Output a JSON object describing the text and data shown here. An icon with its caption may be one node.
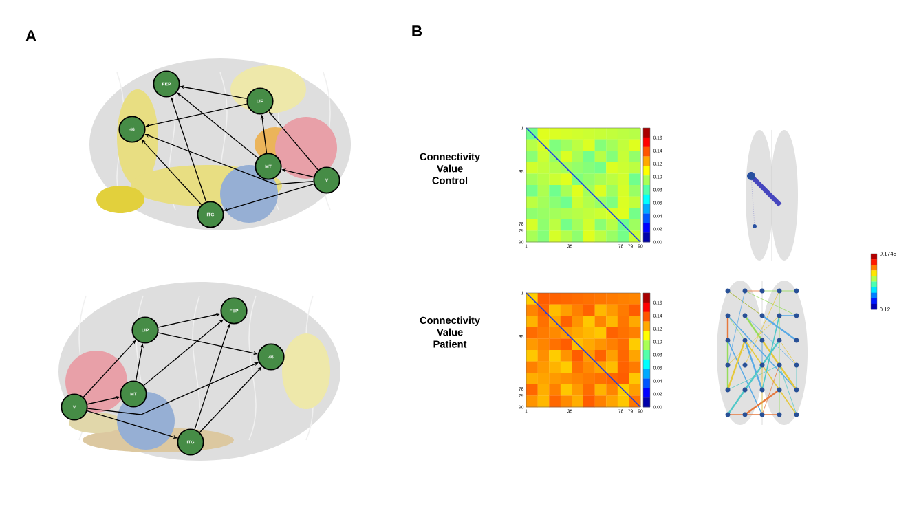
{
  "diagram": {
    "nodes": [
      {
        "text": [
          "FEP"
        ]
      },
      {
        "text": [
          "LIP"
        ]
      },
      {
        "text": [
          "46"
        ]
      },
      {
        "text": [
          "MT"
        ]
      },
      {
        "text": [
          "V"
        ]
      },
      {
        "text": [
          "ITG"
        ]
      },
      {
        "text": [
          "FEP"
        ]
      },
      {
        "text": [
          "LIP"
        ]
      },
      {
        "text": [
          "46"
        ]
      },
      {
        "text": [
          "MT"
        ]
      },
      {
        "text": [
          "V"
        ]
      },
      {
        "text": [
          "ITG"
        ]
      }
    ],
    "edges": [
      {
        "from": 1,
        "to": 0,
        "arrow": "to"
      },
      {
        "from": 1,
        "to": 2,
        "arrow": "to"
      },
      {
        "from": 3,
        "to": 0,
        "arrow": "to"
      },
      {
        "from": 3,
        "to": 1,
        "arrow": "to"
      },
      {
        "from": 4,
        "to": 2,
        "arrow": "to"
      },
      {
        "from": 4,
        "to": 1,
        "arrow": "to"
      },
      {
        "from": 4,
        "to": 3,
        "arrow": "to"
      },
      {
        "from": 4,
        "to": 5,
        "arrow": "to"
      },
      {
        "from": 5,
        "to": 0,
        "arrow": "to"
      },
      {
        "from": 5,
        "to": 2,
        "arrow": "to"
      },
      {
        "from": 10,
        "to": 7,
        "arrow": "to"
      },
      {
        "from": 10,
        "to": 9,
        "arrow": "to"
      },
      {
        "from": 10,
        "to": 8,
        "arrow": "to"
      },
      {
        "from": 10,
        "to": 11,
        "arrow": "to"
      },
      {
        "from": 9,
        "to": 7,
        "arrow": "to"
      },
      {
        "from": 9,
        "to": 6,
        "arrow": "to"
      },
      {
        "from": 7,
        "to": 6,
        "arrow": "to"
      },
      {
        "from": 7,
        "to": 8,
        "arrow": "to"
      },
      {
        "from": 11,
        "to": 6,
        "arrow": "to"
      },
      {
        "from": 11,
        "to": 8,
        "arrow": "to"
      }
    ],
    "labels": [
      "A",
      "B",
      "Connectivity Value Control",
      "Connectivity Value Patient",
      "1",
      "35",
      "78",
      "79",
      "90",
      "1",
      "35",
      "78",
      "79",
      "90",
      "0.00",
      "0.02",
      "0.04",
      "0.06",
      "0.08",
      "0.10",
      "0.12",
      "0.14",
      "0.16",
      "1",
      "35",
      "78",
      "79",
      "90",
      "1",
      "35",
      "78",
      "79",
      "90",
      "0.00",
      "0.02",
      "0.04",
      "0.06",
      "0.08",
      "0.10",
      "0.12",
      "0.14",
      "0.16",
      "0.1745",
      "0.12"
    ]
  }
}
